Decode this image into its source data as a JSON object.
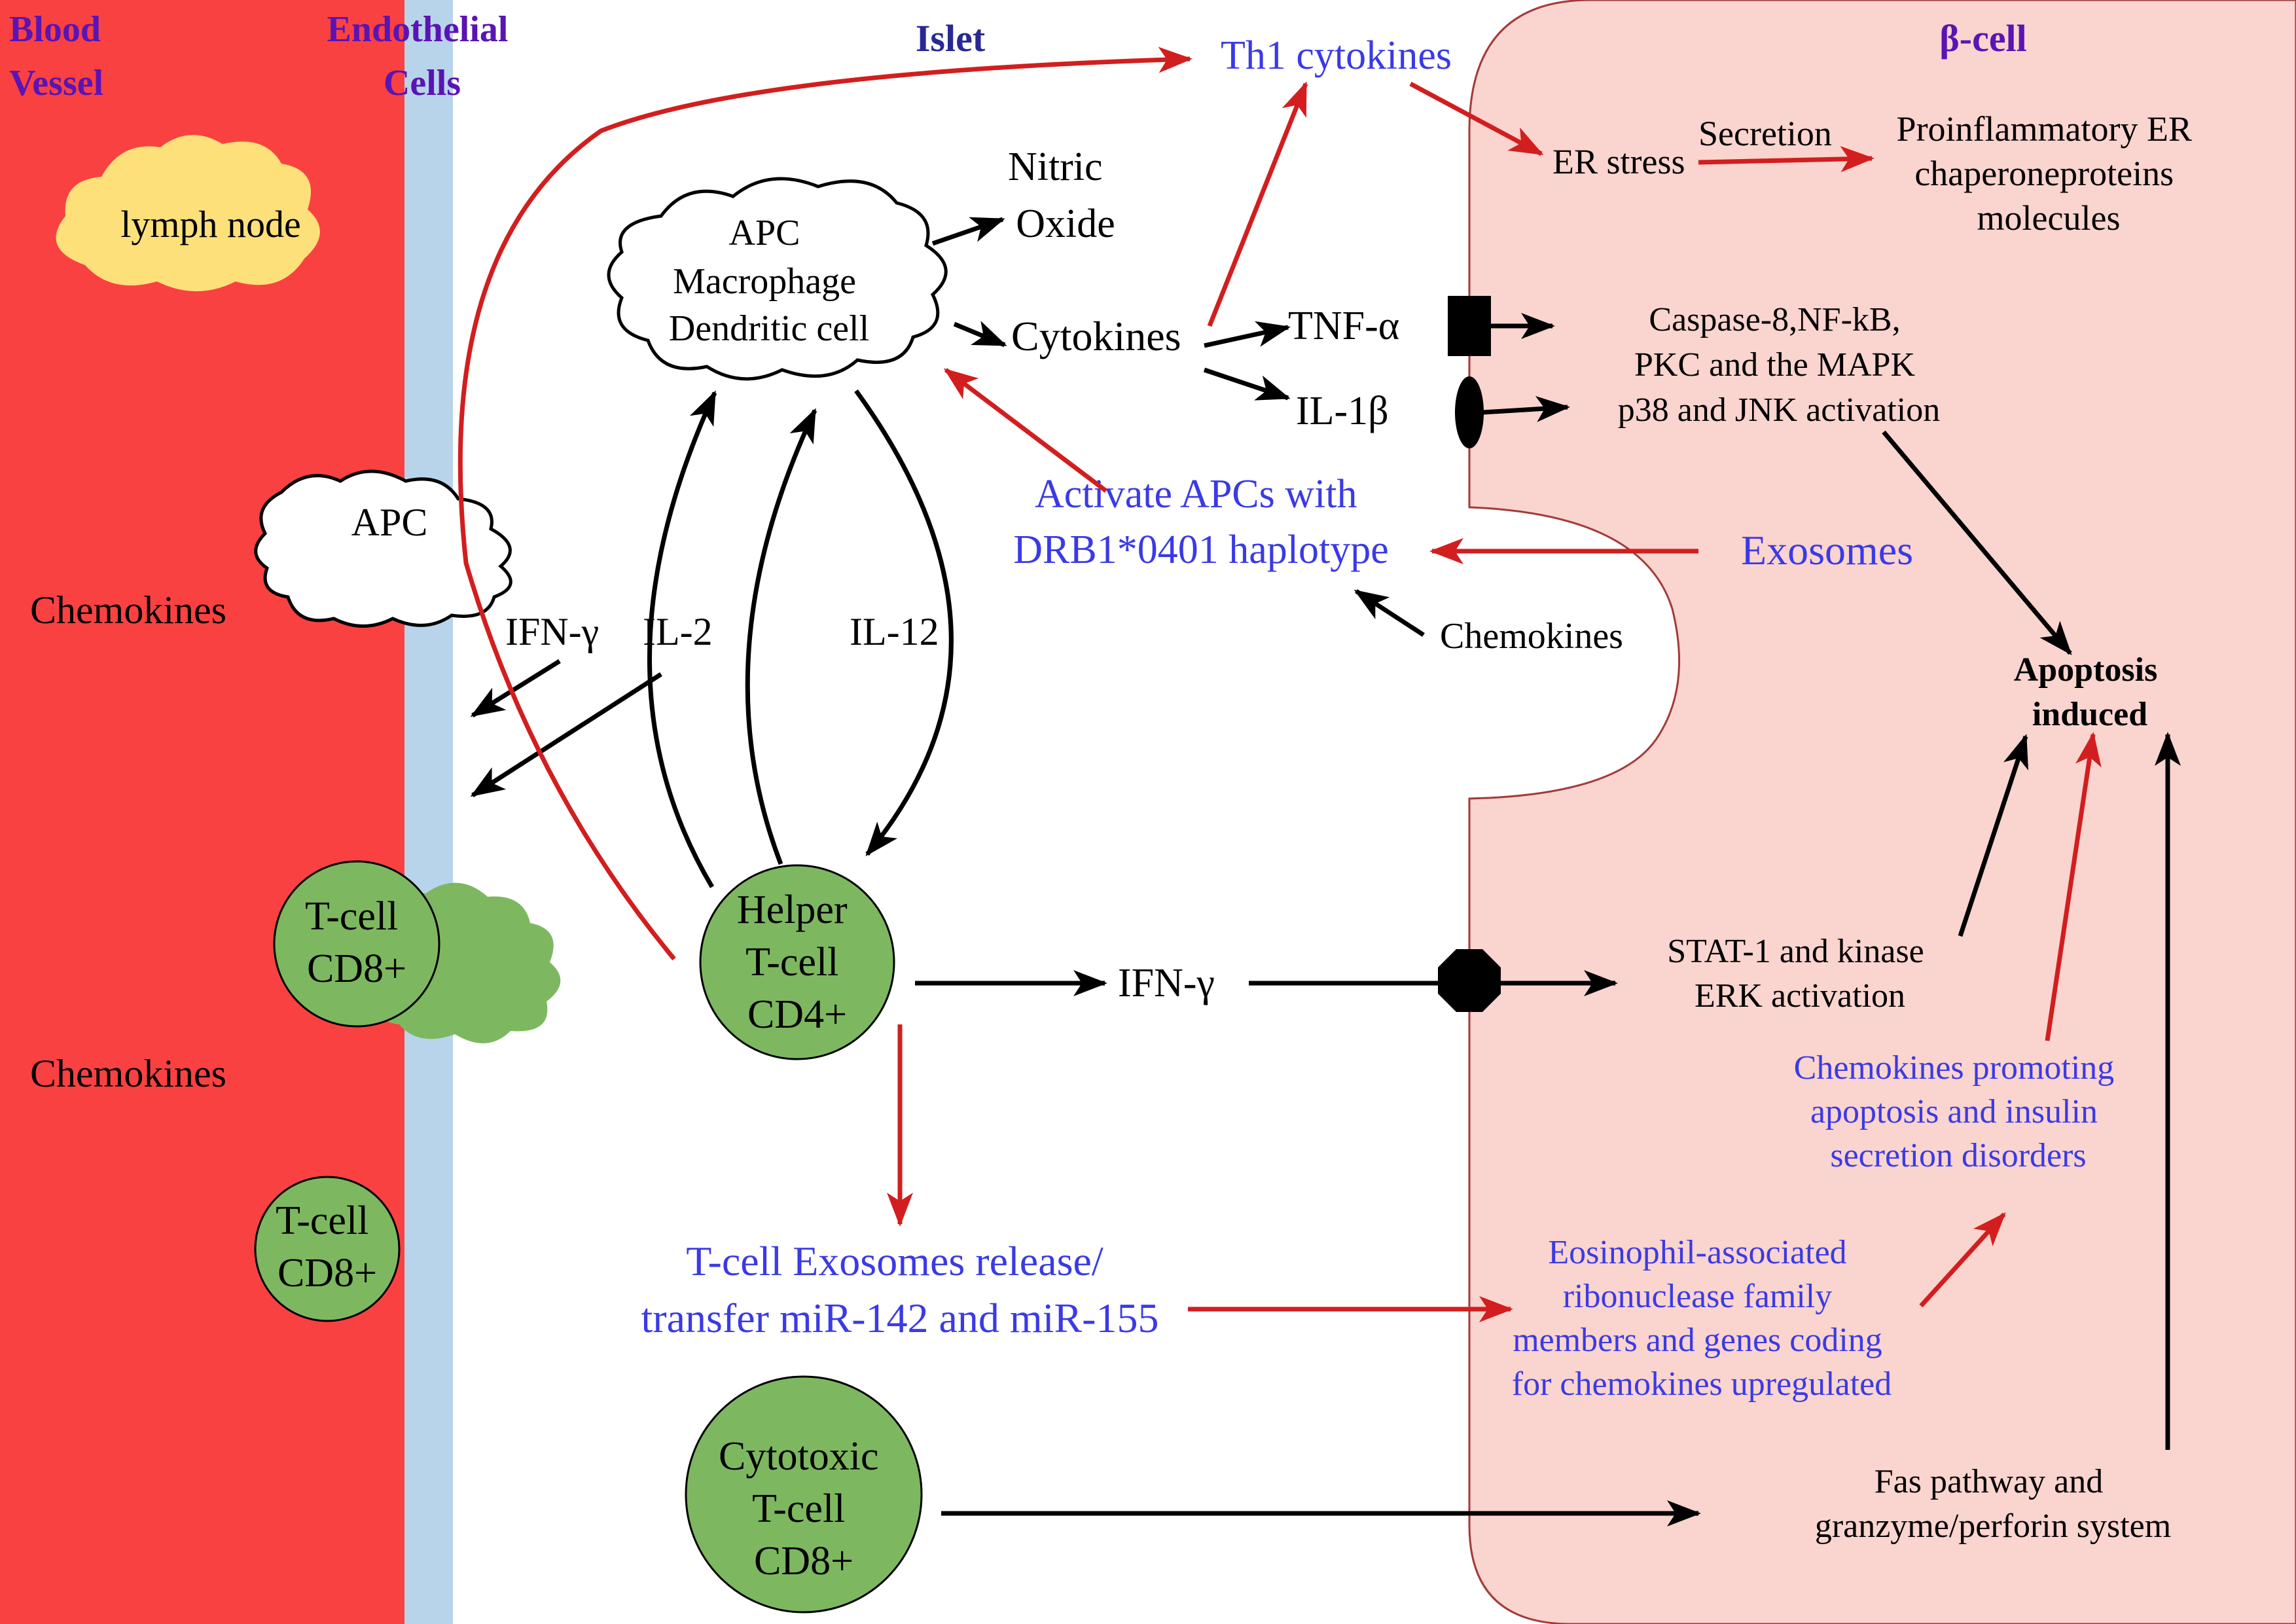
{
  "regions": {
    "blood_vessel": [
      "Blood",
      "Vessel"
    ],
    "endothelial": [
      "Endothelial",
      "Cells"
    ],
    "islet": "Islet",
    "beta_cell": "β-cell"
  },
  "vessel": {
    "lymph_node": "lymph node",
    "apc": "APC",
    "chemokines_1": "Chemokines",
    "chemokines_2": "Chemokines",
    "tcell_1": [
      "T-cell",
      "CD8+"
    ],
    "tcell_2": [
      "T-cell",
      "CD8+"
    ]
  },
  "islet": {
    "apc_cloud": [
      "APC",
      "Macrophage",
      "Dendritic cell"
    ],
    "nitric_oxide": [
      "Nitric",
      "Oxide"
    ],
    "cytokines": "Cytokines",
    "tnf": "TNF-α",
    "il1": "IL-1β",
    "th1": "Th1 cytokines",
    "ifn_left": "IFN-γ",
    "il2": "IL-2",
    "il12": "IL-12",
    "activate": [
      "Activate APCs with",
      "DRB1*0401 haplotype"
    ],
    "chemokines": "Chemokines",
    "helper": [
      "Helper",
      "T-cell",
      "CD4+"
    ],
    "ifn_mid": "IFN-γ",
    "exo_release": [
      "T-cell Exosomes release/",
      "transfer miR-142 and miR-155"
    ],
    "cytotoxic": [
      "Cytotoxic",
      "T-cell",
      "CD8+"
    ]
  },
  "beta": {
    "er_stress": "ER stress",
    "secretion": "Secretion",
    "proinflam": [
      "Proinflammatory ER",
      "chaperoneproteins",
      "molecules"
    ],
    "caspase": [
      "Caspase-8,NF-kB,",
      "PKC and the MAPK",
      "p38 and JNK activation"
    ],
    "exosomes": "Exosomes",
    "apoptosis": [
      "Apoptosis",
      "induced"
    ],
    "stat": [
      "STAT-1 and kinase",
      "ERK activation"
    ],
    "chemo_promo": [
      "Chemokines promoting",
      "apoptosis and insulin",
      "secretion disorders"
    ],
    "eosin": [
      "Eosinophil-associated",
      "ribonuclease family",
      "members and genes coding",
      "for chemokines upregulated"
    ],
    "fas": [
      "Fas pathway and",
      "granzyme/perforin system"
    ]
  },
  "colors": {
    "vessel": "#fa4141",
    "endothelial": "#b8d4ea",
    "beta_fill": "#fad4ce",
    "beta_stroke": "#a33a3a",
    "lymph": "#fde07a",
    "tcell": "#7db860",
    "red_arrow": "#d21e1e",
    "blue_text": "#3a3ae6",
    "purple_text": "#5a14b4",
    "navy_text": "#282896"
  }
}
